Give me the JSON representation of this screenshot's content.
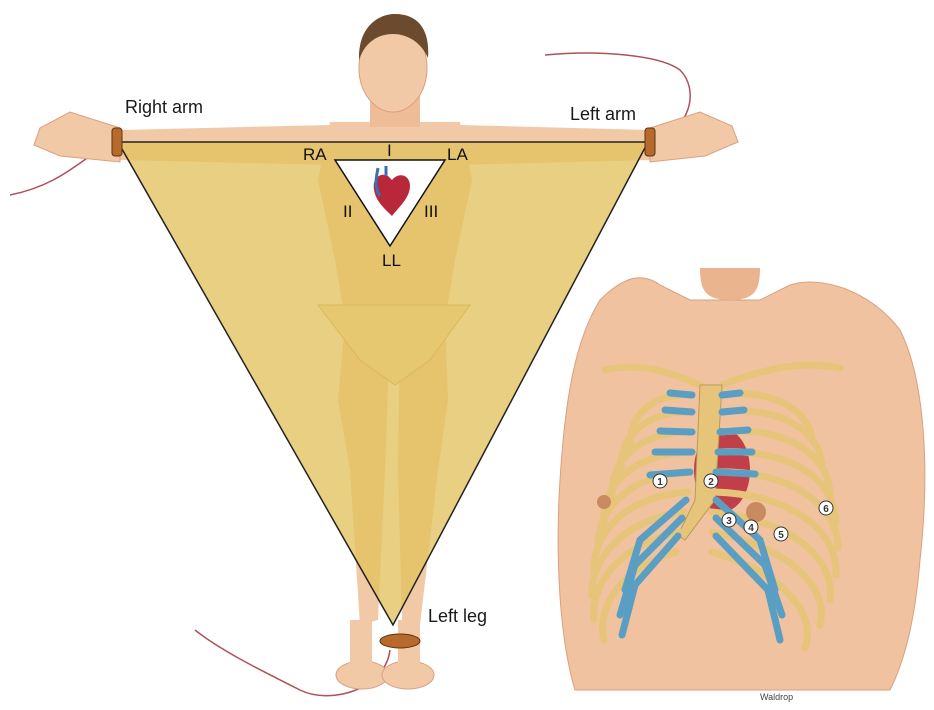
{
  "labels": {
    "right_arm": "Right arm",
    "left_arm": "Left arm",
    "left_leg": "Left leg",
    "ra": "RA",
    "la": "LA",
    "ll": "LL",
    "lead_i": "I",
    "lead_ii": "II",
    "lead_iii": "III"
  },
  "precordial_positions": [
    "1",
    "2",
    "3",
    "4",
    "5",
    "6"
  ],
  "signature": "Waldrop",
  "colors": {
    "triangle_fill": "#e3c15e",
    "skin": "#f2c9a6",
    "skin_shadow": "#d9a07e",
    "rib": "#e6c57a",
    "cartilage": "#5b9ec4",
    "heart": "#b8283a",
    "vessel_blue": "#3b6fb5",
    "electrode": "#b86a2c",
    "wire": "#b0505a"
  }
}
